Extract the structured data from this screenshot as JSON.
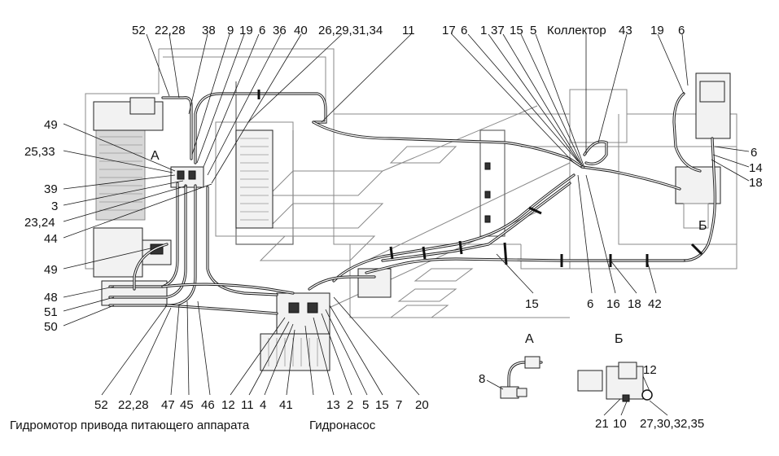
{
  "top_labels": [
    "52",
    "22,28",
    "38",
    "9",
    "19",
    "6",
    "36",
    "40",
    "26,29,31,34",
    "11",
    "17",
    "6",
    "1",
    "37",
    "15",
    "5",
    "Коллектор",
    "43",
    "19",
    "6"
  ],
  "left_labels": [
    "49",
    "25,33",
    "39",
    "3",
    "23,24",
    "44",
    "49",
    "48",
    "51",
    "50"
  ],
  "right_labels": [
    "6",
    "14",
    "18"
  ],
  "middle_labels": [
    "15",
    "6",
    "16",
    "18",
    "42"
  ],
  "bottom_labels": [
    "52",
    "22,28",
    "47",
    "45",
    "46",
    "12",
    "11",
    "4",
    "41",
    "13",
    "2",
    "5",
    "15",
    "7",
    "20"
  ],
  "view_markers": [
    "А",
    "Б"
  ],
  "captions": [
    "Гидромотор привода питающего аппарата",
    "Гидронасос"
  ],
  "detail_a": {
    "title": "А",
    "label": "8"
  },
  "detail_b": {
    "title": "Б",
    "labels": [
      "12",
      "21",
      "10",
      "27,30,32,35"
    ]
  },
  "colors": {
    "line": "#1a1a1a",
    "frame": "#888888",
    "background": "#ffffff"
  }
}
